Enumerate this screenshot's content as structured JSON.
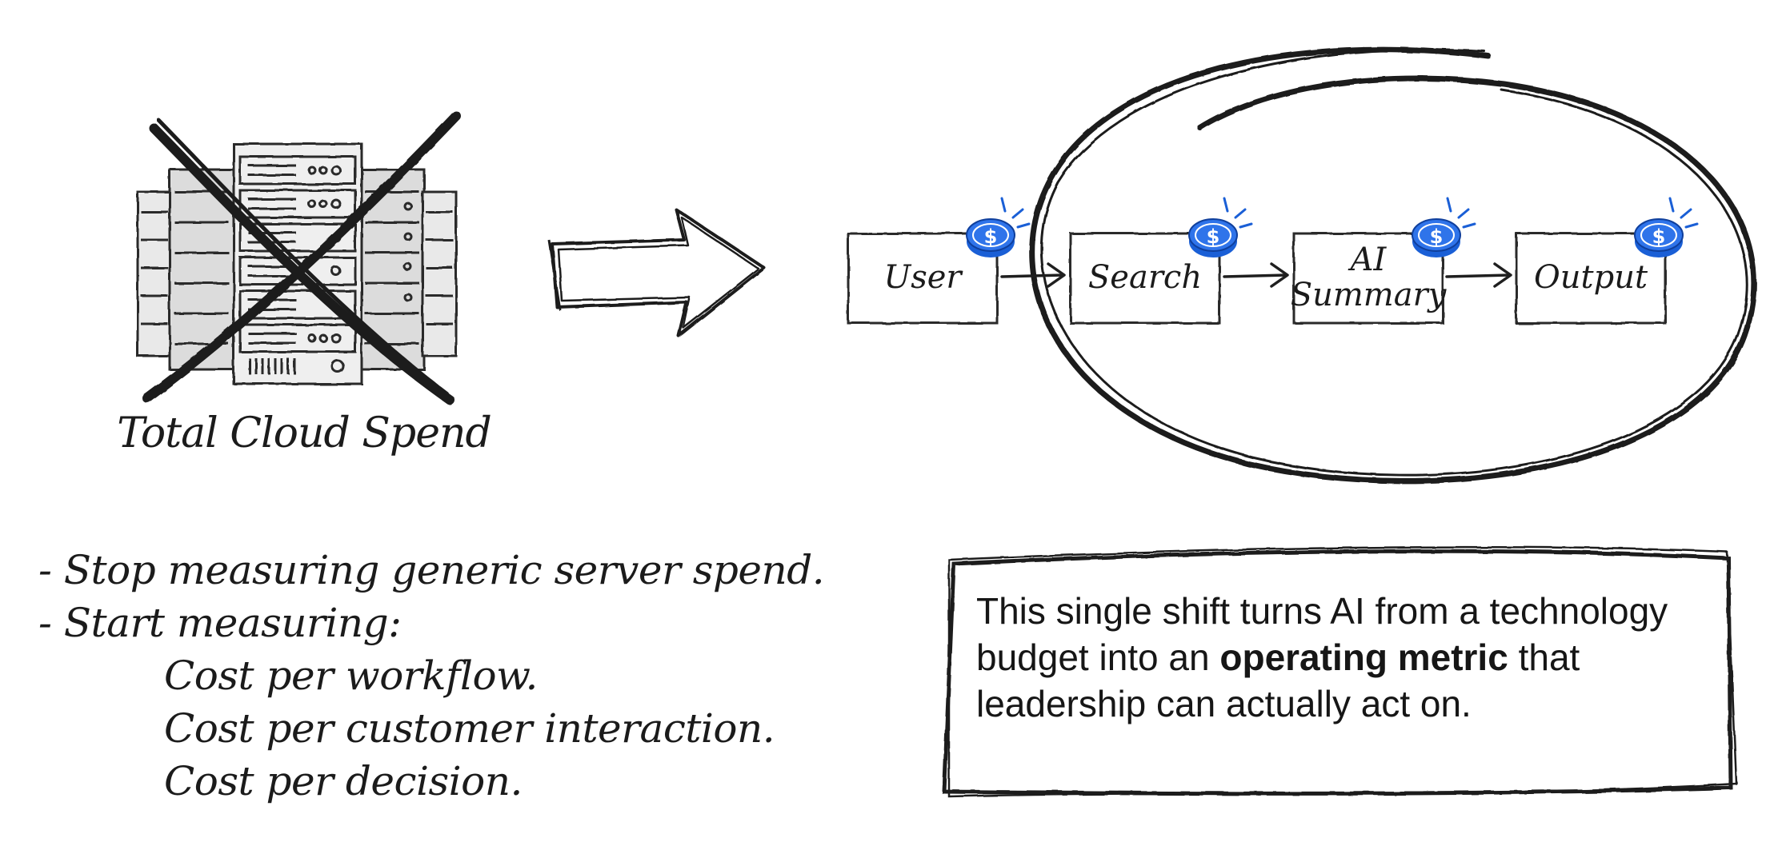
{
  "server": {
    "caption": "Total Cloud Spend",
    "icon": "server-rack-icon"
  },
  "flow": {
    "steps": [
      {
        "label": "User"
      },
      {
        "label": "Search"
      },
      {
        "label_line1": "AI",
        "label_line2": "Summary"
      },
      {
        "label": "Output"
      }
    ],
    "coin_symbol": "$",
    "coin_color": "#1a5fd6"
  },
  "bullets": {
    "line1": "- Stop measuring generic server spend.",
    "line2": "- Start measuring:",
    "sub1": "Cost per workflow.",
    "sub2": "Cost per customer interaction.",
    "sub3": "Cost per decision."
  },
  "callout": {
    "text_before": "This single shift turns AI from a technology budget into an ",
    "bold": "operating metric",
    "text_after": " that leadership can actually act on."
  }
}
